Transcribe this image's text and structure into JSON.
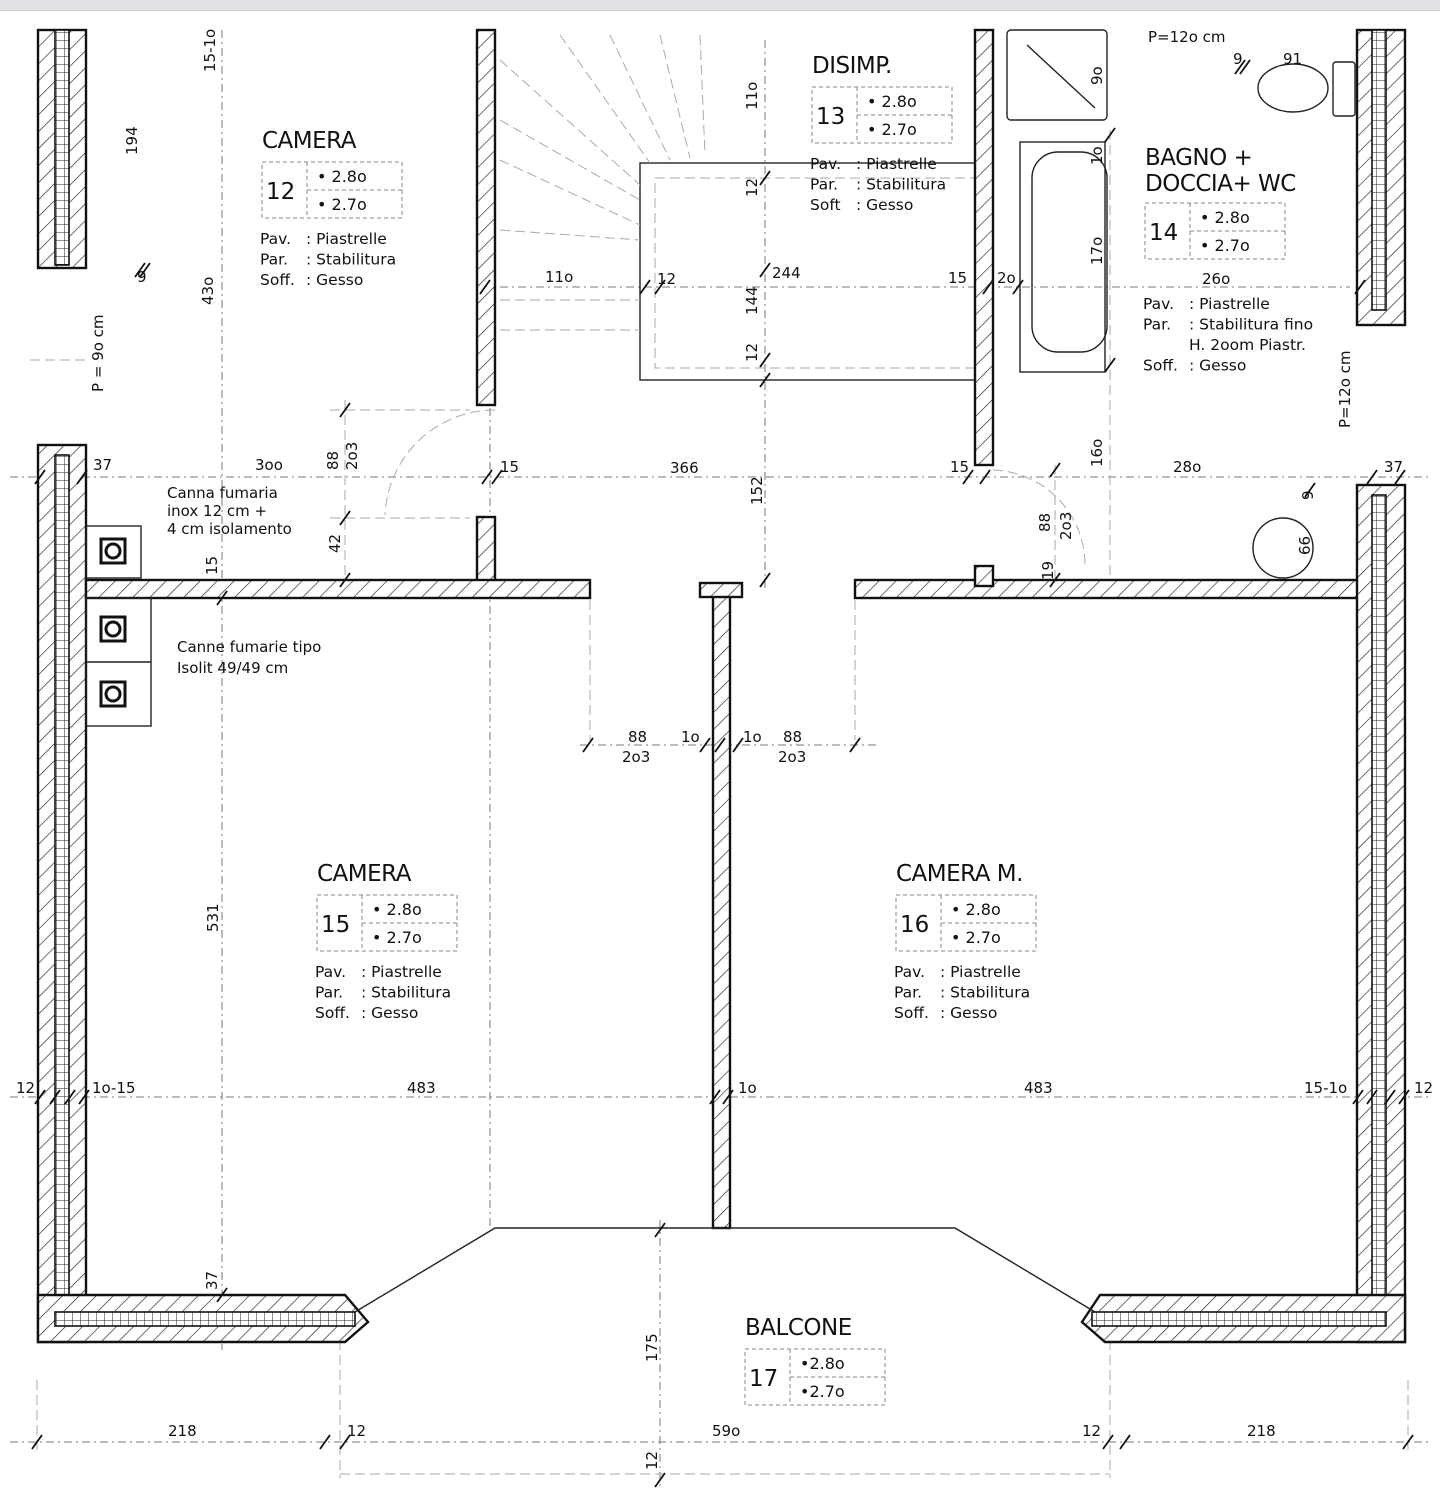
{
  "drawing": {
    "rooms": [
      {
        "name": "CAMERA",
        "number": "12",
        "h1": "• 2.8o",
        "h2": "• 2.7o",
        "finishes": [
          [
            "Pav.",
            ": Piastrelle"
          ],
          [
            "Par.",
            ": Stabilitura"
          ],
          [
            "Soff.",
            ": Gesso"
          ]
        ]
      },
      {
        "name": "DISIMP.",
        "number": "13",
        "h1": "• 2.8o",
        "h2": "• 2.7o",
        "finishes": [
          [
            "Pav.",
            ": Piastrelle"
          ],
          [
            "Par.",
            ": Stabilitura"
          ],
          [
            "Soft",
            ": Gesso"
          ]
        ]
      },
      {
        "name": "BAGNO +",
        "name2": "DOCCIA+ WC",
        "number": "14",
        "h1": "• 2.8o",
        "h2": "• 2.7o",
        "finishes": [
          [
            "Pav.",
            ": Piastrelle"
          ],
          [
            "Par.",
            ": Stabilitura fino"
          ],
          [
            "",
            "H. 2oom Piastr."
          ],
          [
            "Soff.",
            ": Gesso"
          ]
        ]
      },
      {
        "name": "CAMERA",
        "number": "15",
        "h1": "• 2.8o",
        "h2": "• 2.7o",
        "finishes": [
          [
            "Pav.",
            ": Piastrelle"
          ],
          [
            "Par.",
            ": Stabilitura"
          ],
          [
            "Soff.",
            ": Gesso"
          ]
        ]
      },
      {
        "name": "CAMERA  M.",
        "number": "16",
        "h1": "• 2.8o",
        "h2": "• 2.7o",
        "finishes": [
          [
            "Pav.",
            ": Piastrelle"
          ],
          [
            "Par.",
            ": Stabilitura"
          ],
          [
            "Soff.",
            ": Gesso"
          ]
        ]
      },
      {
        "name": "BALCONE",
        "number": "17",
        "h1": "•2.8o",
        "h2": "•2.7o",
        "finishes": []
      }
    ],
    "notes": {
      "flue_single": [
        "Canna fumaria",
        "inox 12 cm +",
        "4 cm isolamento"
      ],
      "flue_double": [
        "Canne fumarie tipo",
        "Isolit 49/49 cm"
      ]
    },
    "dimensions": [
      "15-1o",
      "194",
      "43o",
      "9",
      "P = 9o cm",
      "37",
      "3oo",
      "88",
      "2o3",
      "42",
      "15",
      "11o",
      "12",
      "244",
      "11o",
      "12",
      "144",
      "12",
      "366",
      "15",
      "152",
      "15",
      "15",
      "2o",
      "17o",
      "1o",
      "9o",
      "P=12o cm",
      "9",
      "91",
      "26o",
      "P=12o cm",
      "16o",
      "28o",
      "37",
      "9",
      "66",
      "88",
      "2o3",
      "19",
      "88",
      "2o3",
      "1o",
      "1o",
      "88",
      "2o3",
      "531",
      "12",
      "1o-15",
      "483",
      "1o",
      "483",
      "15-1o",
      "12",
      "37",
      "175",
      "218",
      "12",
      "59o",
      "12",
      "218",
      "12"
    ]
  }
}
